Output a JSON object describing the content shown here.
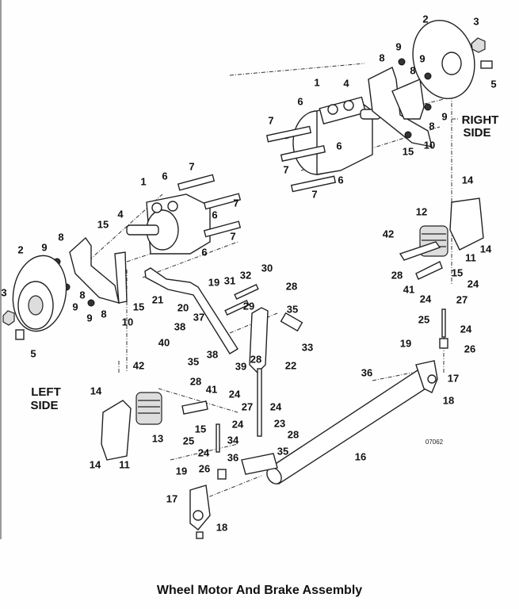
{
  "title": "Wheel Motor And Brake Assembly",
  "right_side_label": [
    "RIGHT",
    "SIDE"
  ],
  "left_side_label": [
    "LEFT",
    "SIDE"
  ],
  "drawing_number": "07062",
  "callouts": [
    "2",
    "3",
    "9",
    "8",
    "9",
    "8",
    "5",
    "1",
    "4",
    "6",
    "9",
    "8",
    "10",
    "15",
    "7",
    "6",
    "7",
    "6",
    "7",
    "14",
    "12",
    "42",
    "11",
    "14",
    "28",
    "15",
    "41",
    "24",
    "27",
    "24",
    "25",
    "24",
    "19",
    "26",
    "36",
    "17",
    "18",
    "7",
    "6",
    "1",
    "6",
    "7",
    "7",
    "6",
    "4",
    "15",
    "2",
    "9",
    "8",
    "9",
    "8",
    "9",
    "8",
    "10",
    "15",
    "3",
    "5",
    "21",
    "20",
    "19",
    "31",
    "32",
    "29",
    "37",
    "38",
    "38",
    "40",
    "35",
    "30",
    "28",
    "35",
    "33",
    "22",
    "39",
    "28",
    "42",
    "28",
    "41",
    "14",
    "24",
    "27",
    "24",
    "15",
    "24",
    "13",
    "23",
    "28",
    "25",
    "34",
    "35",
    "24",
    "36",
    "14",
    "11",
    "26",
    "19",
    "17",
    "18",
    "16"
  ]
}
